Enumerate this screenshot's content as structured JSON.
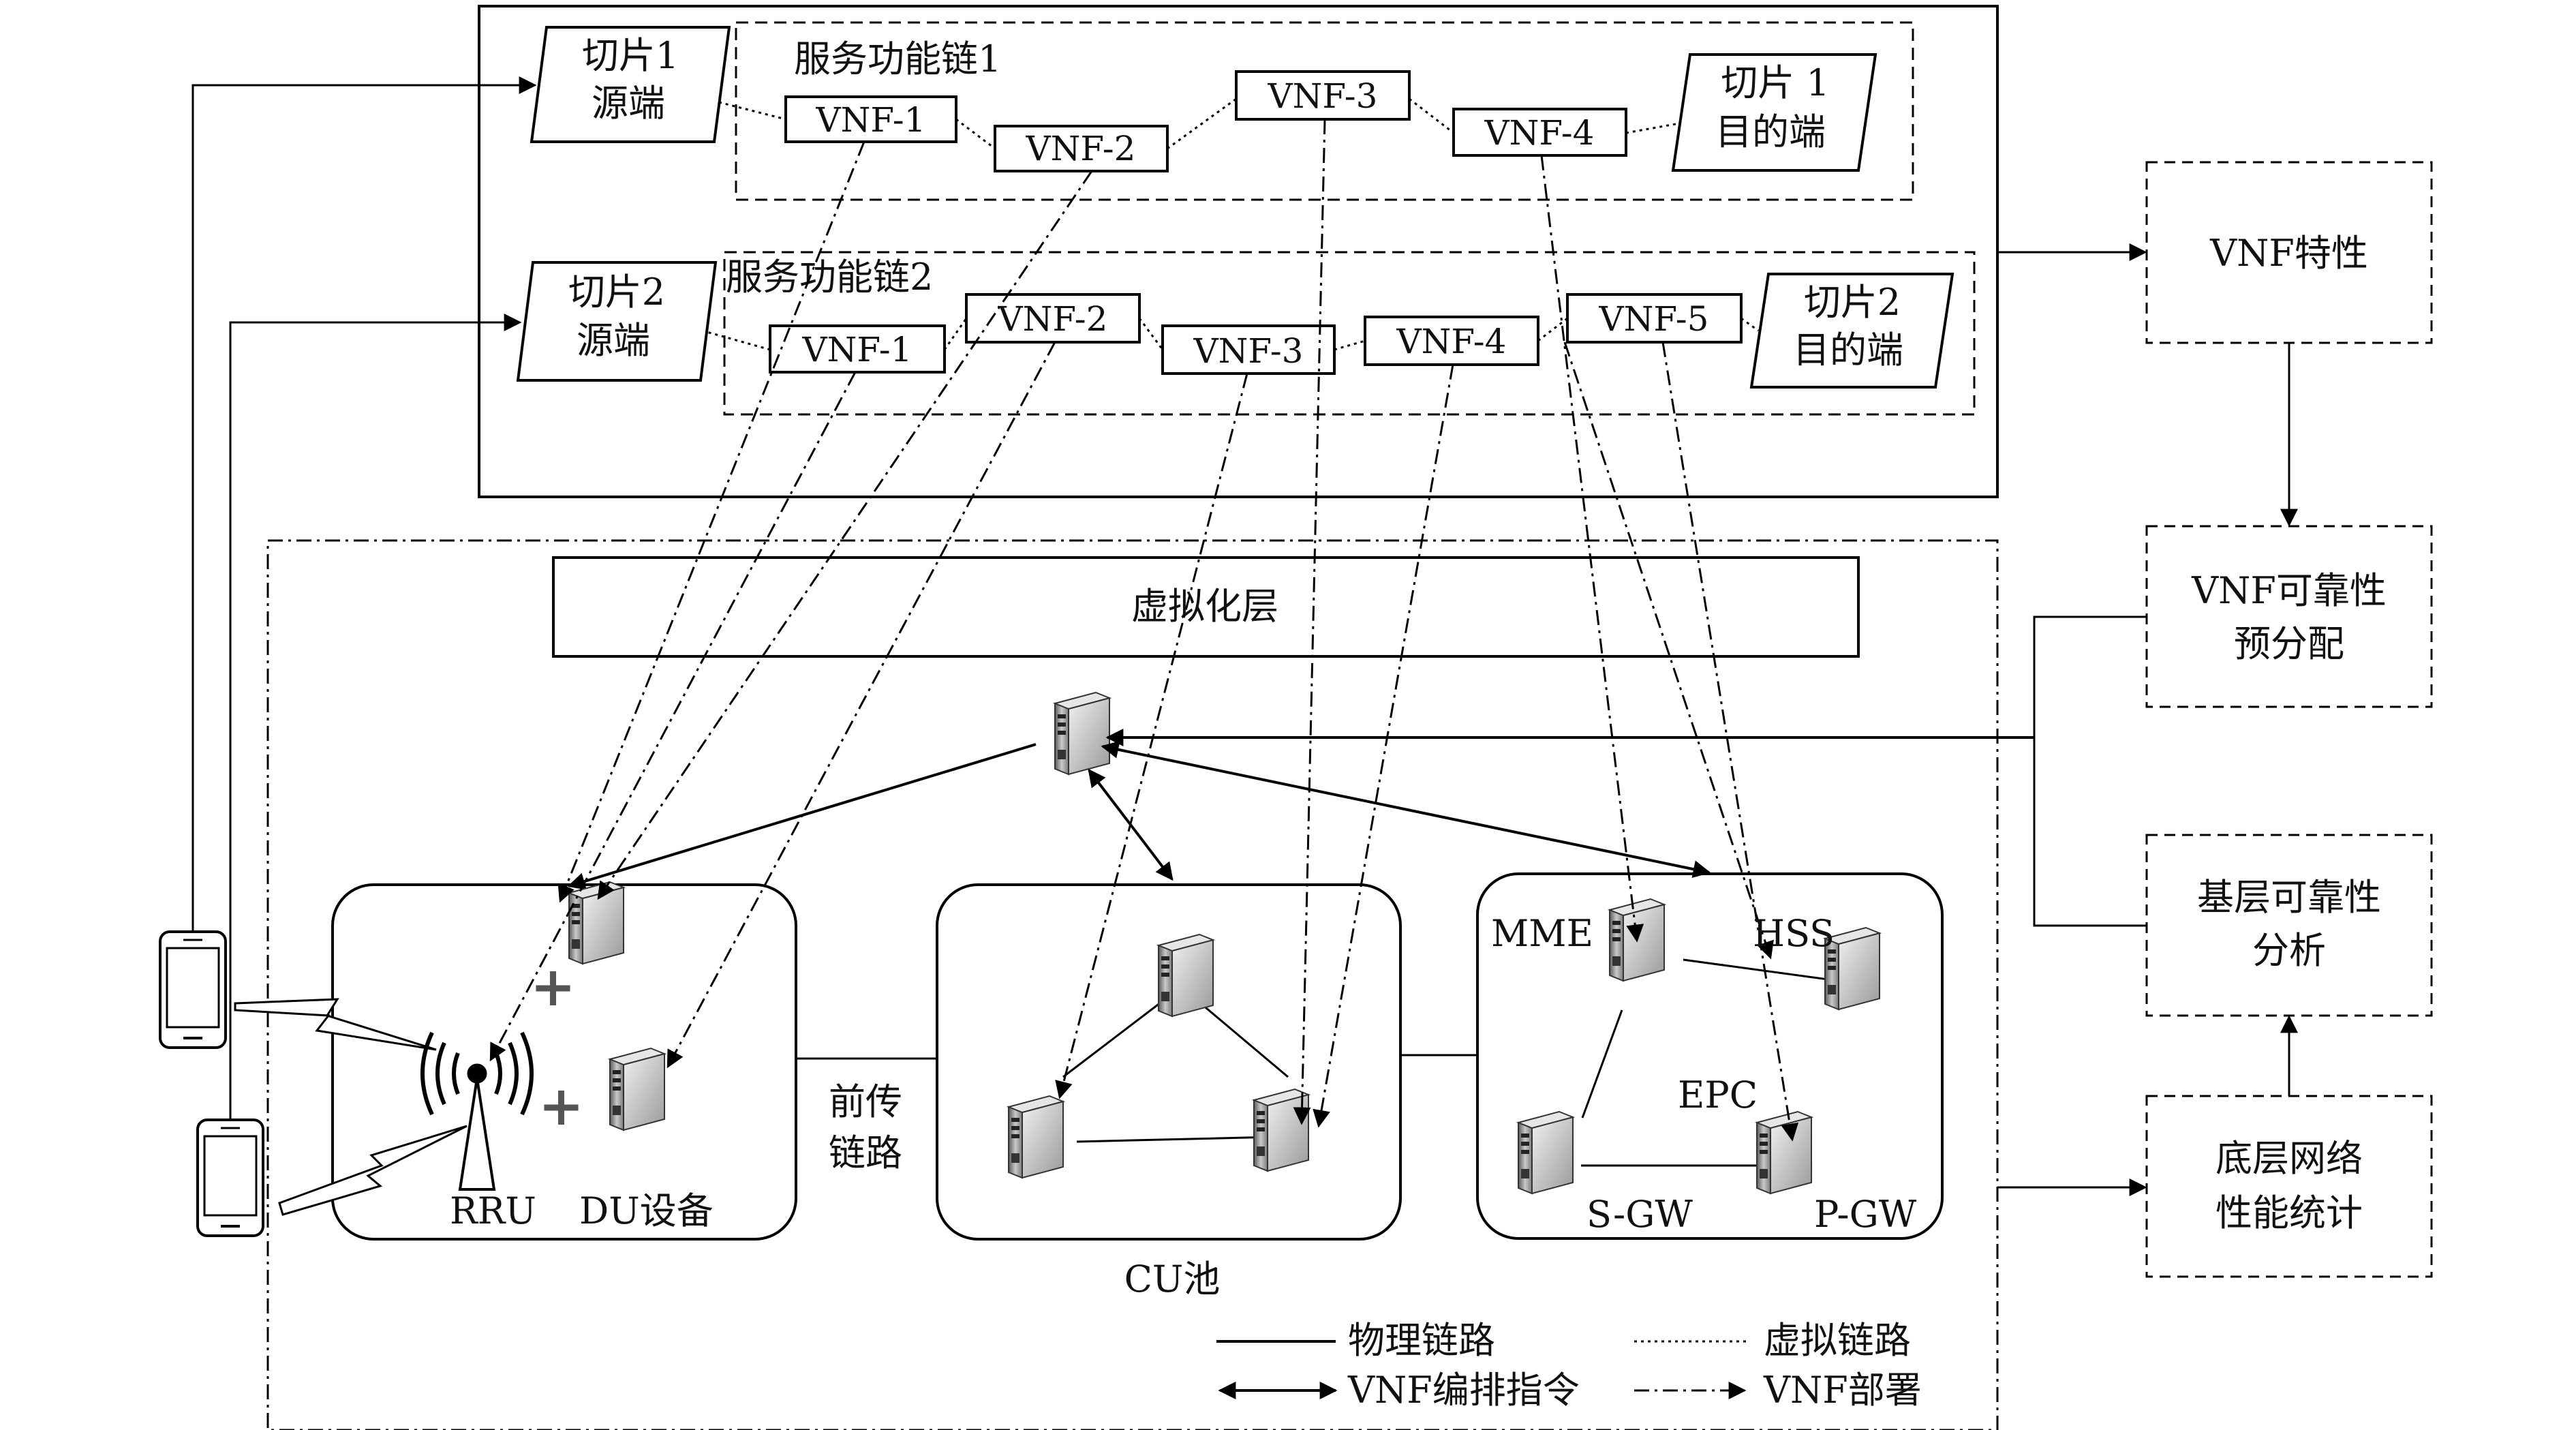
{
  "slices": [
    {
      "source_lines": [
        "切片1",
        "源端"
      ],
      "chain_title": "服务功能链1",
      "dest_lines": [
        "切片 1",
        "目的端"
      ],
      "vnfs": [
        "VNF-1",
        "VNF-2",
        "VNF-3",
        "VNF-4"
      ]
    },
    {
      "source_lines": [
        "切片2",
        "源端"
      ],
      "chain_title": "服务功能链2",
      "dest_lines": [
        "切片2",
        "目的端"
      ],
      "vnfs": [
        "VNF-1",
        "VNF-2",
        "VNF-3",
        "VNF-4",
        "VNF-5"
      ]
    }
  ],
  "virtualization_layer": "虚拟化层",
  "infra": {
    "rru": "RRU",
    "du": "DU设备",
    "fronthaul": [
      "前传",
      "链路"
    ],
    "cu_pool": "CU池",
    "epc": "EPC",
    "mme": "MME",
    "hss": "HSS",
    "sgw": "S-GW",
    "pgw": "P-GW"
  },
  "right_blocks": [
    {
      "lines": [
        "VNF特性"
      ]
    },
    {
      "lines": [
        "VNF可靠性",
        "预分配"
      ]
    },
    {
      "lines": [
        "基层可靠性",
        "分析"
      ]
    },
    {
      "lines": [
        "底层网络",
        "性能统计"
      ]
    }
  ],
  "legend": {
    "physical_link": "物理链路",
    "virtual_link": "虚拟链路",
    "orchestration": "VNF编排指令",
    "deployment": "VNF部署"
  }
}
